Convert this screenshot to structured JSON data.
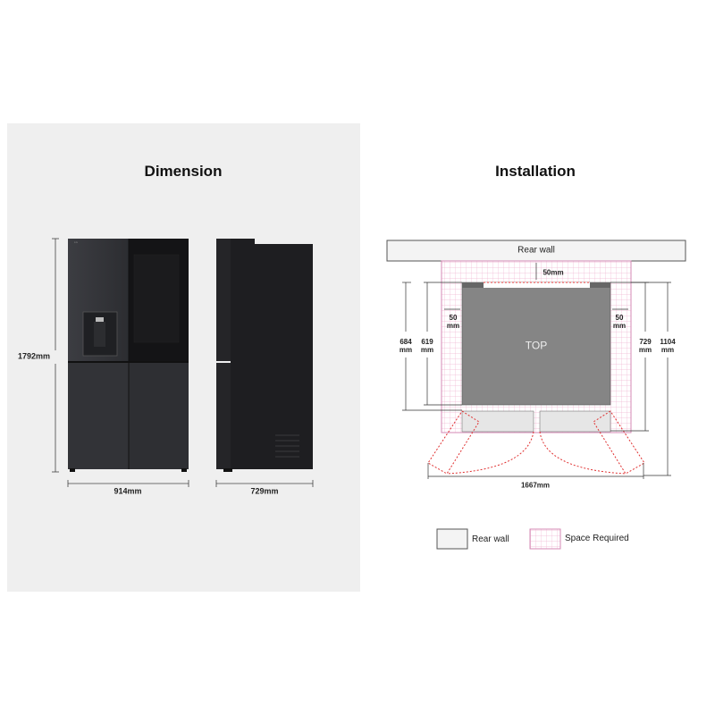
{
  "dimension": {
    "title": "Dimension",
    "height_label": "1792mm",
    "front_width_label": "914mm",
    "side_depth_label": "729mm"
  },
  "installation": {
    "title": "Installation",
    "rear_wall_label": "Rear wall",
    "top_label": "TOP",
    "rear_gap": "50mm",
    "left_gap": {
      "value": "50",
      "unit": "mm"
    },
    "right_gap": {
      "value": "50",
      "unit": "mm"
    },
    "depth_684": {
      "value": "684",
      "unit": "mm"
    },
    "depth_619": {
      "value": "619",
      "unit": "mm"
    },
    "depth_729": {
      "value": "729",
      "unit": "mm"
    },
    "depth_1104": {
      "value": "1104",
      "unit": "mm"
    },
    "open_width": "1667mm"
  },
  "legend": {
    "items": [
      {
        "label": "Rear wall"
      },
      {
        "label": "Space Required"
      }
    ]
  },
  "colors": {
    "space_required": "#e88fc0",
    "door_swing": "#e03030",
    "fridge": "#2b2b2e",
    "top_view": "#858585"
  }
}
